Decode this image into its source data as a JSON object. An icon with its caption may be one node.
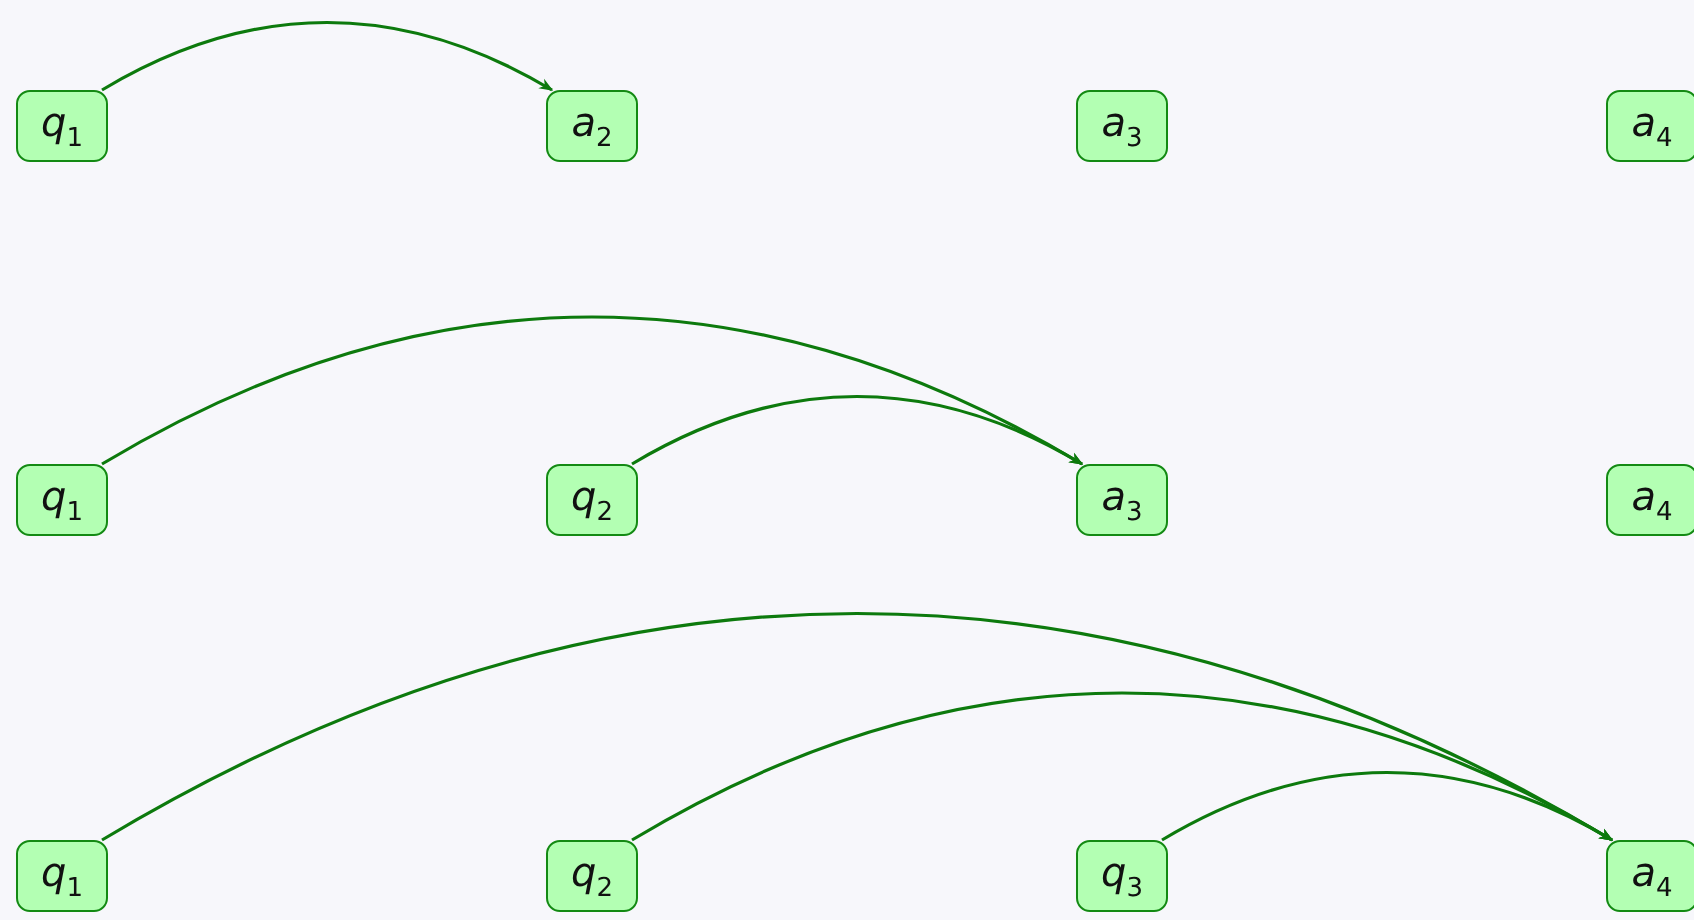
{
  "diagram": {
    "nodes": [
      {
        "text": [
          "*q*$_{1}$"
        ]
      },
      {
        "text": [
          "*a*$_{2}$"
        ]
      },
      {
        "text": [
          "*a*$_{3}$"
        ]
      },
      {
        "text": [
          "*a*$_{4}$"
        ]
      },
      {
        "text": [
          "*q*$_{1}$"
        ]
      },
      {
        "text": [
          "*q*$_{2}$"
        ]
      },
      {
        "text": [
          "*a*$_{3}$"
        ]
      },
      {
        "text": [
          "*a*$_{4}$"
        ]
      },
      {
        "text": [
          "*q*$_{1}$"
        ]
      },
      {
        "text": [
          "*q*$_{2}$"
        ]
      },
      {
        "text": [
          "*q*$_{3}$"
        ]
      },
      {
        "text": [
          "*a*$_{4}$"
        ]
      }
    ],
    "edges": [
      {
        "from": 0,
        "to": 1,
        "arrow": "to"
      },
      {
        "from": 4,
        "to": 6,
        "arrow": "to"
      },
      {
        "from": 5,
        "to": 6,
        "arrow": "to"
      },
      {
        "from": 8,
        "to": 11,
        "arrow": "to"
      },
      {
        "from": 9,
        "to": 11,
        "arrow": "to"
      },
      {
        "from": 10,
        "to": 11,
        "arrow": "to"
      }
    ]
  }
}
